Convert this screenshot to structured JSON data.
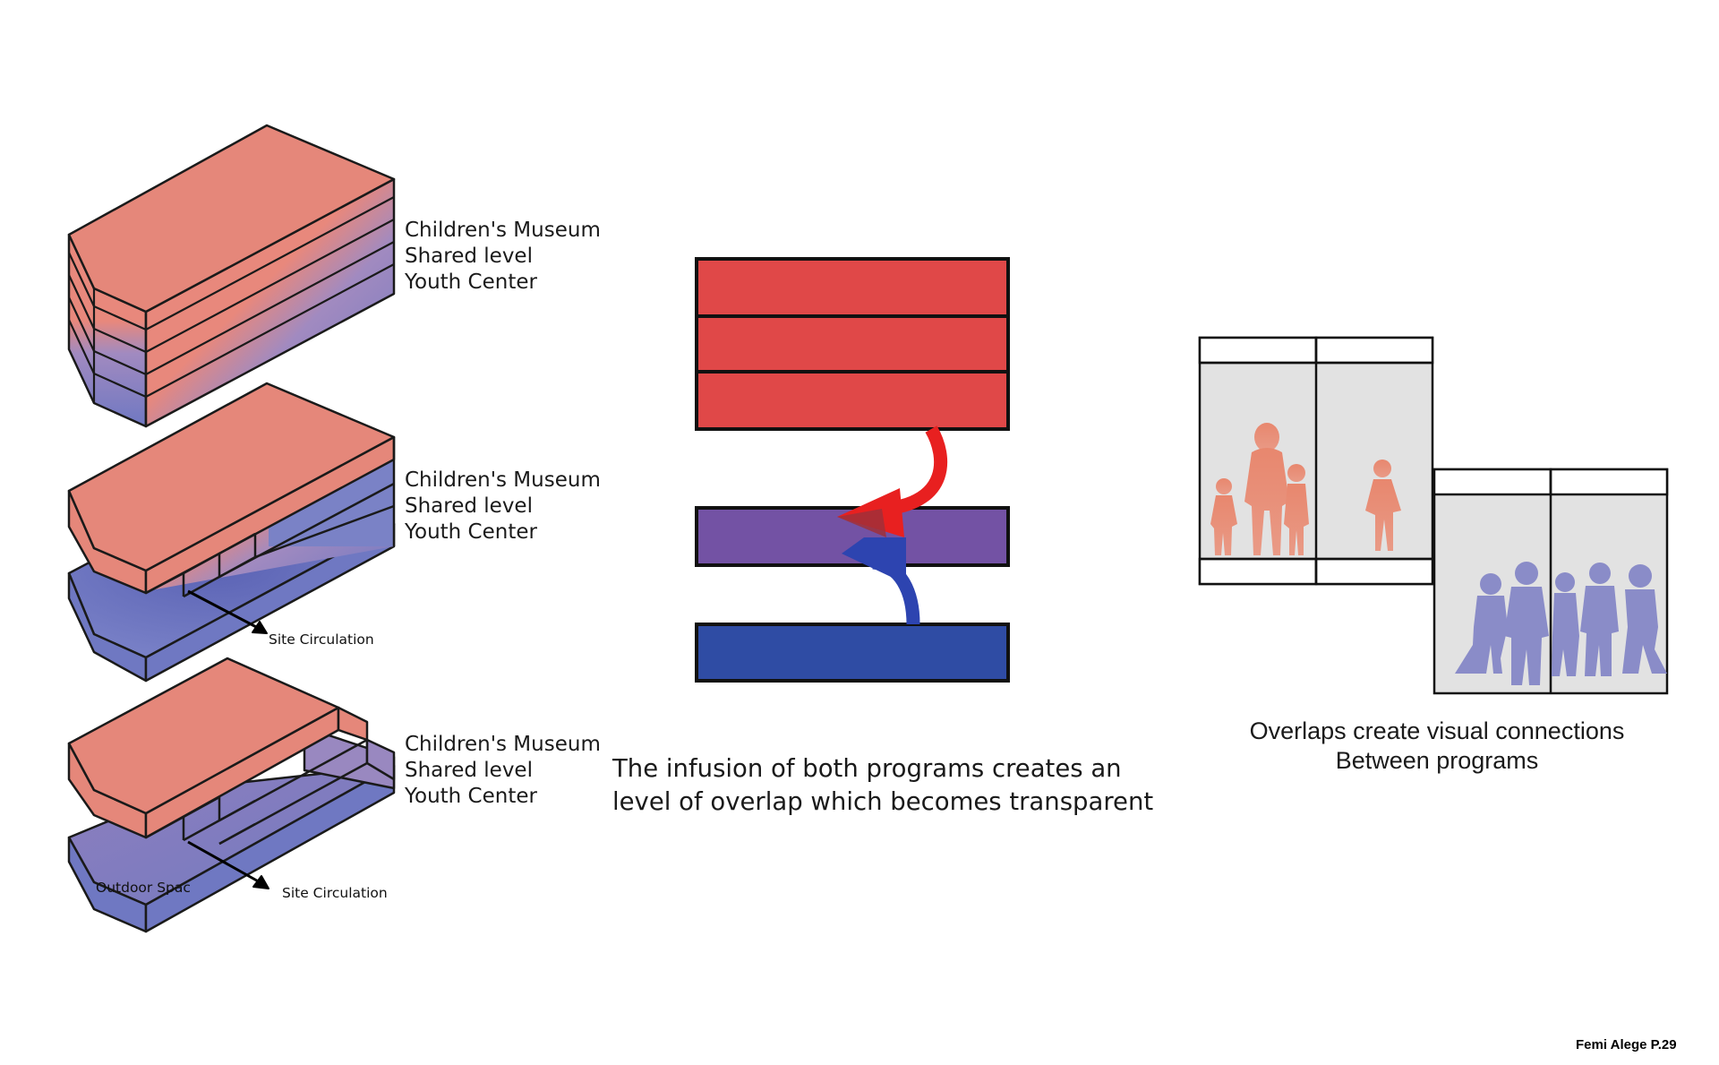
{
  "stack1": {
    "labels": [
      "Children's Museum",
      "Shared level",
      "Youth Center"
    ]
  },
  "stack2": {
    "labels": [
      "Children's Museum",
      "Shared level",
      "Youth Center"
    ],
    "circulation": "Site Circulation"
  },
  "stack3": {
    "labels": [
      "Children's Museum",
      "Shared level",
      "Youth Center"
    ],
    "circulation": "Site Circulation",
    "outdoor": "Outdoor Spac"
  },
  "middle": {
    "caption_line1": "The infusion of both programs creates an",
    "caption_line2": "level of overlap which becomes transparent"
  },
  "right": {
    "caption_line1": "Overlaps create visual connections",
    "caption_line2": "Between programs"
  },
  "credit": "Femi Alege P.29",
  "colors": {
    "museum": "#e5877a",
    "youth": "#6e77c0",
    "shared": "#9a88c0",
    "bar_red": "#e04848",
    "bar_purple": "#7352a4",
    "bar_blue": "#2f4ca4",
    "people_orange": "#e5876f",
    "people_blue": "#8a8cc8"
  }
}
